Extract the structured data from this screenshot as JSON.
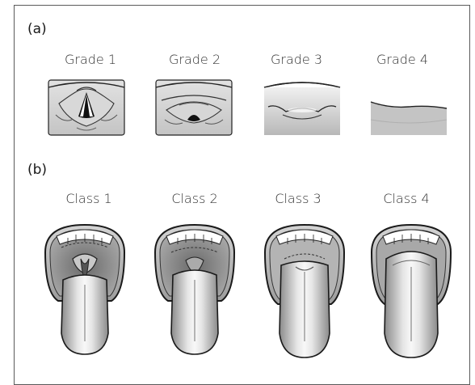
{
  "panel_a": {
    "label": "(a)",
    "items": [
      {
        "label": "Grade 1"
      },
      {
        "label": "Grade 2"
      },
      {
        "label": "Grade 3"
      },
      {
        "label": "Grade 4"
      }
    ]
  },
  "panel_b": {
    "label": "(b)",
    "items": [
      {
        "label": "Class 1"
      },
      {
        "label": "Class 2"
      },
      {
        "label": "Class 3"
      },
      {
        "label": "Class 4"
      }
    ]
  }
}
